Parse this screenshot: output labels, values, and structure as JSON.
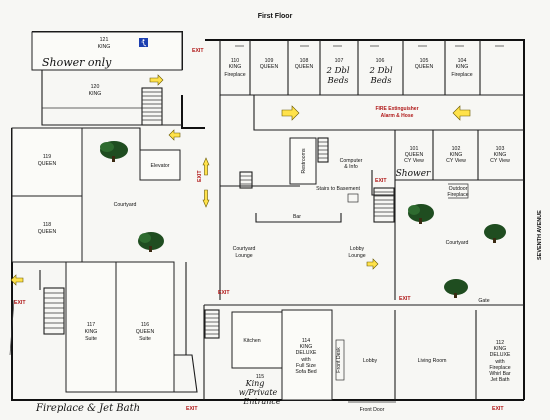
{
  "title": "First Floor",
  "street": "SEVENTH AVENUE",
  "rooms": [
    {
      "id": "r121",
      "num": "121",
      "type": "KING"
    },
    {
      "id": "r120",
      "num": "120",
      "type": "KING"
    },
    {
      "id": "r119",
      "num": "119",
      "type": "QUEEN"
    },
    {
      "id": "r118",
      "num": "118",
      "type": "QUEEN"
    },
    {
      "id": "r117",
      "num": "117",
      "type": "KING",
      "sub": "Suite"
    },
    {
      "id": "r116",
      "num": "116",
      "type": "QUEEN",
      "sub": "Suite"
    },
    {
      "id": "r115",
      "num": "115",
      "type": ""
    },
    {
      "id": "r114",
      "num": "114",
      "type": "KING",
      "sub": "DELUXE",
      "note1": "with",
      "note2": "Full Size",
      "note3": "Sofa Bed"
    },
    {
      "id": "r110",
      "num": "110",
      "type": "KING",
      "sub": "Fireplace"
    },
    {
      "id": "r109",
      "num": "109",
      "type": "QUEEN"
    },
    {
      "id": "r108",
      "num": "108",
      "type": "QUEEN"
    },
    {
      "id": "r107",
      "num": "107",
      "type": ""
    },
    {
      "id": "r106",
      "num": "106",
      "type": ""
    },
    {
      "id": "r105",
      "num": "105",
      "type": "QUEEN"
    },
    {
      "id": "r104",
      "num": "104",
      "type": "KING",
      "sub": "Fireplace"
    },
    {
      "id": "r101",
      "num": "101",
      "type": "QUEEN",
      "sub": "CY View"
    },
    {
      "id": "r102",
      "num": "102",
      "type": "KING",
      "sub": "CY View"
    },
    {
      "id": "r103",
      "num": "103",
      "type": "KING",
      "sub": "CY View"
    },
    {
      "id": "r112",
      "num": "112",
      "type": "KING",
      "sub": "DELUXE",
      "note1": "with",
      "note2": "Fireplace",
      "note3": "Whirl Bar",
      "note4": "Jet Bath"
    }
  ],
  "labels": {
    "elevator": "Elevator",
    "courtyard": "Courtyard",
    "courtyard2": "Courtyard",
    "courtyard_lounge1": "Courtyard",
    "courtyard_lounge2": "Lounge",
    "lobby_lounge1": "Lobby",
    "lobby_lounge2": "Lounge",
    "bar": "Bar",
    "restrooms": "Restrooms",
    "computer1": "Computer",
    "computer2": "& Info",
    "stairs_basement": "Stairs to Basement",
    "kitchen": "Kitchen",
    "lobby": "Lobby",
    "living_room": "Living Room",
    "front_desk": "Front Desk",
    "front_door": "Front Door",
    "gate": "Gate",
    "outdoor1": "Outdoor",
    "outdoor2": "Fireplace",
    "fire1": "FIRE Extinguisher",
    "fire2": "Alarm & Hose"
  },
  "exits": [
    "EXIT",
    "EXIT",
    "EXIT",
    "EXIT",
    "EXIT",
    "EXIT",
    "EXIT",
    "EXIT"
  ],
  "handwritten": {
    "shower_only": "Shower only",
    "two_dbl_a1": "2 Dbl",
    "two_dbl_a2": "Beds",
    "two_dbl_b1": "2 Dbl",
    "two_dbl_b2": "Beds",
    "shower": "Shower",
    "king_private1": "King",
    "king_private2": "w/Private",
    "king_private3": "Entrance",
    "fireplace_jet": "Fireplace & Jet Bath"
  }
}
